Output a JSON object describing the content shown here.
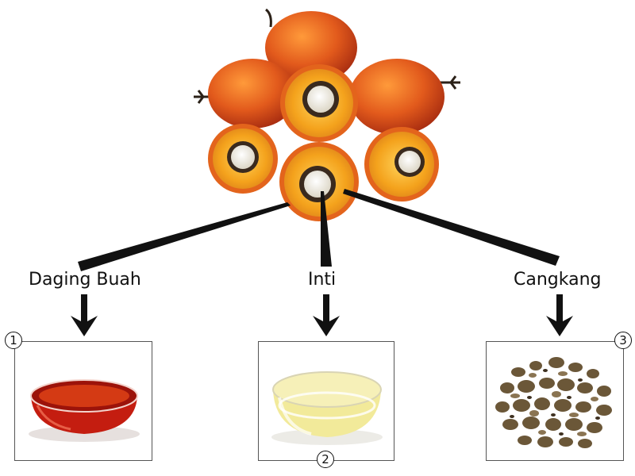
{
  "parts": [
    {
      "label": "Daging Buah",
      "number": "1",
      "product": "red-palm-oil"
    },
    {
      "label": "Inti",
      "number": "2",
      "product": "palm-kernel-oil"
    },
    {
      "label": "Cangkang",
      "number": "3",
      "product": "palm-kernel-shells"
    }
  ],
  "colors": {
    "fruit_red": "#c8381a",
    "fruit_orange": "#f07a1e",
    "mesocarp_yellow": "#f4a21c",
    "shell_brown": "#3a2a1e",
    "kernel_white": "#f4f1e8",
    "red_oil": "#b3160c",
    "yellow_oil": "#eee27a",
    "shell_pieces": "#6b5738",
    "line": "#111111"
  },
  "icons": [
    "oil-palm-fruit-bunch-illustration",
    "red-oil-bowl-icon",
    "clear-oil-bowl-icon",
    "kernel-shells-pile-icon",
    "arrow-down-icon"
  ]
}
